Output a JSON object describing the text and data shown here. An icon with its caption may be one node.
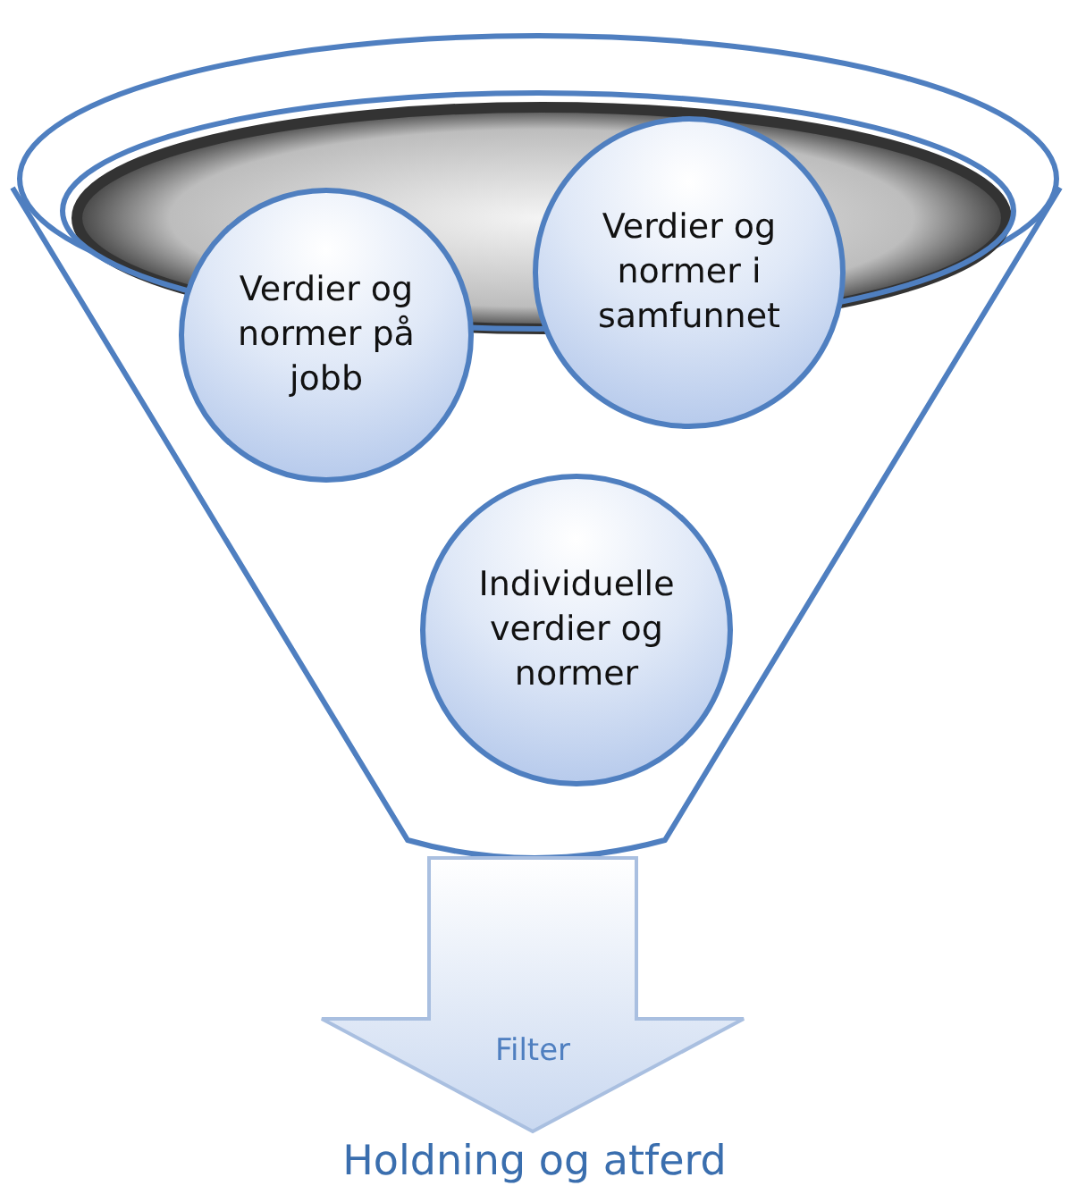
{
  "diagram": {
    "nodes": [
      {
        "text": [],
        "shape": "funnel"
      },
      {
        "text": [
          "Verdier og normer på jobb"
        ],
        "in": 0
      },
      {
        "text": [
          "Verdier og normer i samfunnet"
        ]
      },
      {
        "text": [
          "Individuelle verdier og normer"
        ],
        "in": 0
      },
      {
        "text": [
          "Filter"
        ]
      }
    ],
    "labels": [
      "Holdning og atferd"
    ]
  }
}
